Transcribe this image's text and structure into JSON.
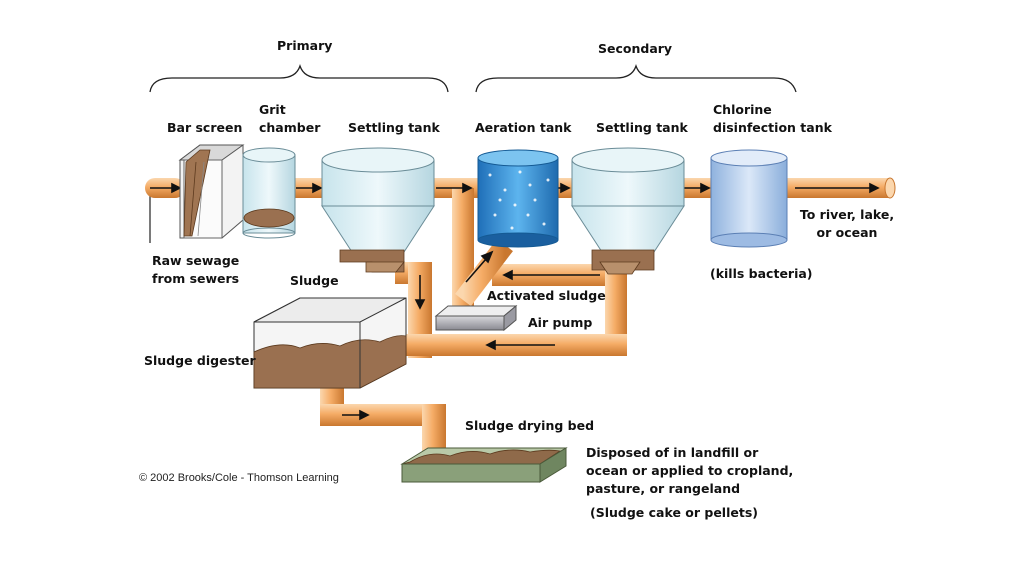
{
  "headings": {
    "primary": "Primary",
    "secondary": "Secondary"
  },
  "stages": {
    "bar_screen": "Bar screen",
    "grit_chamber_1": "Grit",
    "grit_chamber_2": "chamber",
    "settling_tank_primary": "Settling tank",
    "aeration_tank": "Aeration tank",
    "settling_tank_secondary": "Settling tank",
    "chlorine_1": "Chlorine",
    "chlorine_2": "disinfection tank"
  },
  "labels": {
    "raw_sewage_1": "Raw sewage",
    "raw_sewage_2": "from sewers",
    "sludge": "Sludge",
    "activated_sludge": "Activated sludge",
    "air_pump": "Air pump",
    "to_river_1": "To river, lake,",
    "to_river_2": "or ocean",
    "kills_bacteria": "(kills bacteria)",
    "sludge_digester": "Sludge digester",
    "sludge_drying_bed": "Sludge drying bed",
    "disposed_1": "Disposed of in landfill or",
    "disposed_2": "ocean or applied to cropland,",
    "disposed_3": "pasture, or rangeland",
    "sludge_cake": "(Sludge cake or pellets)"
  },
  "copyright": "© 2002 Brooks/Cole - Thomson Learning",
  "colors": {
    "pipe": "#f2a35e",
    "pipe_light": "#fbd7ae",
    "pipe_dark": "#c9772f",
    "tank_glass": "#d9eef3",
    "sludge": "#9a7050",
    "aeration_water": "#3a93d8",
    "chlorine_tank": "#a9c6ea"
  }
}
